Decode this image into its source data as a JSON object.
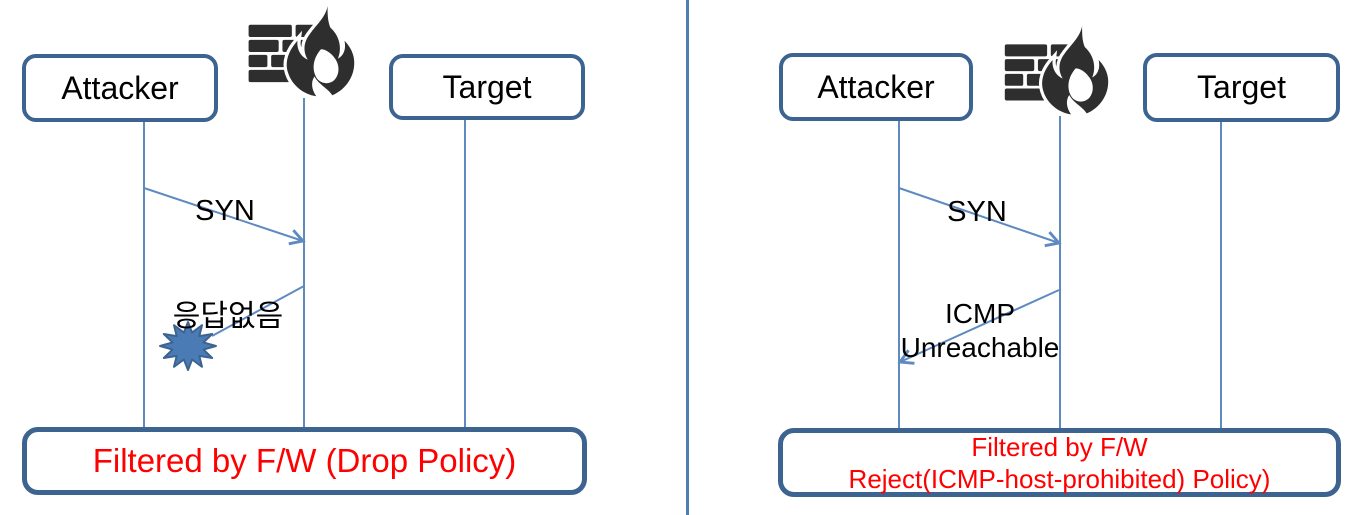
{
  "left": {
    "attacker_label": "Attacker",
    "target_label": "Target",
    "syn_label": "SYN",
    "no_response_label": "응답없음",
    "result_label": "Filtered by F/W (Drop Policy)"
  },
  "right": {
    "attacker_label": "Attacker",
    "target_label": "Target",
    "syn_label": "SYN",
    "icmp_label_line1": "ICMP",
    "icmp_label_line2": "Unreachable",
    "result_line1": "Filtered by F/W",
    "result_line2": "Reject(ICMP-host-prohibited) Policy)"
  },
  "icons": {
    "firewall": "firewall-icon (brick wall with flame)",
    "drop_burst": "explosion-burst-icon"
  },
  "colors": {
    "box_border": "#3d6390",
    "line_blue": "#5e8ac1",
    "burst_fill": "#4b7bb4",
    "burst_stroke": "#3d6390",
    "icon_dark": "#2e2e2e",
    "alert_red": "#ff0000",
    "divider_blue": "#4d7fb5"
  }
}
